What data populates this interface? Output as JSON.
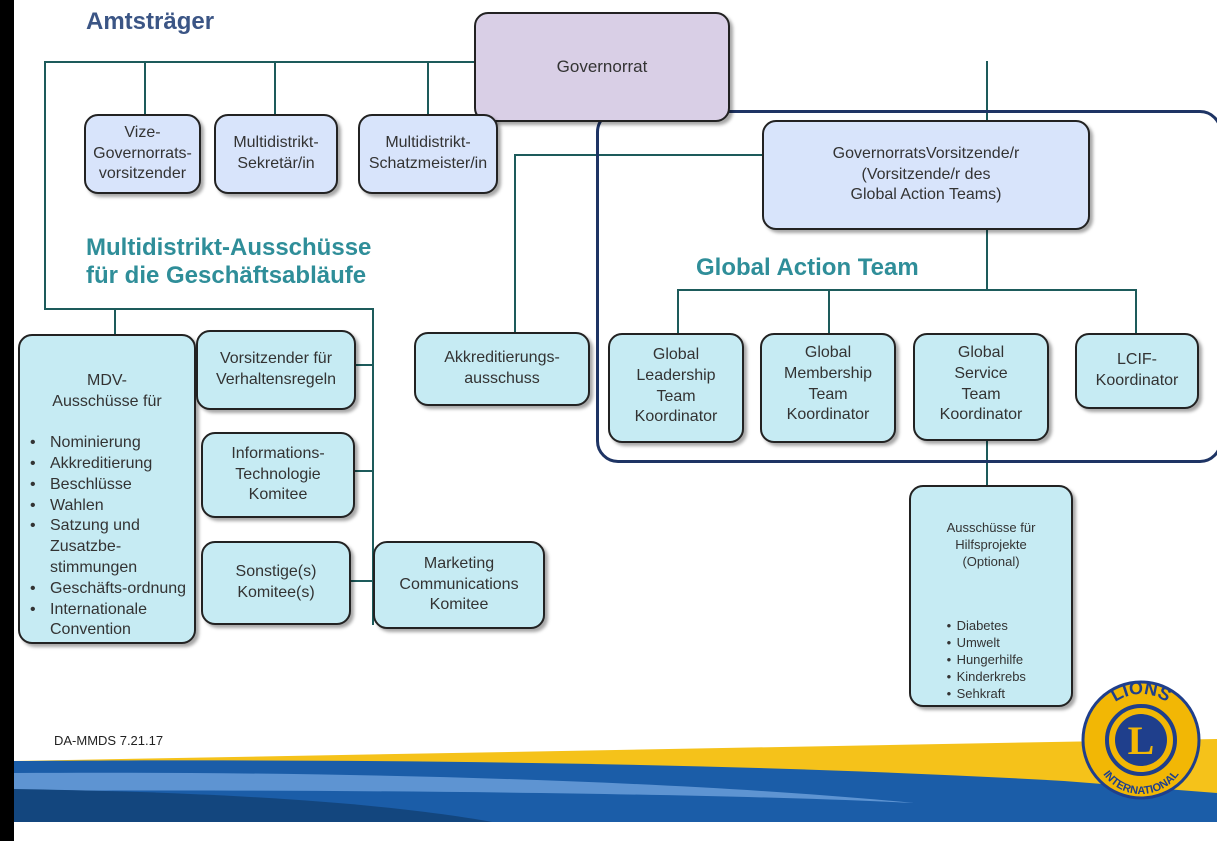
{
  "headings": {
    "officers": "Amtsträger",
    "committees_line1": "Multidistrikt-Ausschüsse",
    "committees_line2": "für die Geschäftsabläufe",
    "global_action_team": "Global Action Team"
  },
  "boxes": {
    "governorrat": "Governorrat",
    "vice_chair": "Vize-\nGovernorrats-\nvorsitzender",
    "secretary": "Multidistrikt-\nSekretär/in",
    "treasurer": "Multidistrikt-\nSchatzmeister/in",
    "council_chair": "GovernorratsVorsitzende/r\n(Vorsitzende/r des\nGlobal Action Teams)",
    "accreditation": "Akkreditierungs-\nausschuss",
    "gat_leadership": "Global\nLeadership\nTeam\nKoordinator",
    "gat_membership": "Global\nMembership\nTeam\nKoordinator",
    "gat_service": "Global\nService\nTeam\nKoordinator",
    "lcif": "LCIF-\nKoordinator",
    "code_of_conduct": "Vorsitzender für\nVerhaltensregeln",
    "it_committee": "Informations-\nTechnologie\nKomitee",
    "other_committees": "Sonstige(s)\nKomitee(s)",
    "marketing": "Marketing\nCommunications\nKomitee"
  },
  "mdv": {
    "title": "MDV-\nAusschüsse für",
    "items": [
      "Nominierung",
      "Akkreditierung",
      "Beschlüsse",
      "Wahlen",
      "Satzung und Zusatzbe-stimmungen",
      "Geschäfts-ordnung",
      "Internationale Convention"
    ]
  },
  "service": {
    "title": "Ausschüsse für\nHilfsprojekte\n(Optional)",
    "items": [
      "Diabetes",
      "Umwelt",
      "Hungerhilfe",
      "Kinderkrebs",
      "Sehkraft"
    ]
  },
  "footer": {
    "code": "DA-MMDS 7.21.17"
  },
  "logo": {
    "top_text": "LIONS",
    "letter": "L",
    "bottom_text": "INTERNATIONAL"
  },
  "colors": {
    "heading_blue": "#3b5585",
    "heading_teal": "#2f8e99",
    "box_blue": "#d8e4fb",
    "box_teal": "#c6ebf3",
    "box_purple": "#d9cfe6",
    "frame": "#1e3464",
    "footer_blue": "#1b5da8",
    "footer_yellow": "#f5c21a",
    "lions_blue": "#1f3f8c",
    "lions_gold": "#f2b705"
  }
}
